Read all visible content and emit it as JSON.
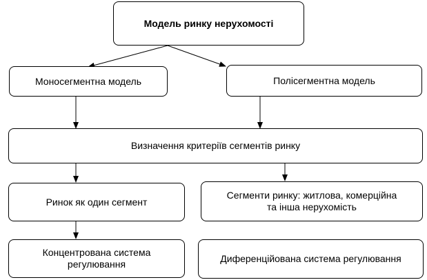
{
  "diagram": {
    "title": "Модель ринку нерухомості",
    "mono_model": "Моносегментна модель",
    "poly_model": "Полісегментна модель",
    "criteria": "Визначення критеріїв  сегментів ринку",
    "one_segment": "Ринок як один сегмент",
    "segments_line1": "Сегменти ринку: житлова, комерційна",
    "segments_line2": "та інша нерухомість",
    "concentrated_line1": "Концентрована система",
    "concentrated_line2": "регулювання",
    "differentiated": "Диференційована система регулювання"
  }
}
